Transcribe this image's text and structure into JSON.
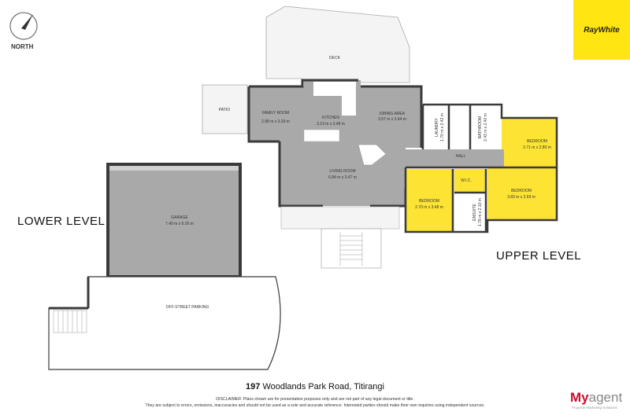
{
  "branding": {
    "company_logo": "RayWhite",
    "agent_logo_brand": "My",
    "agent_logo_rest": "agent",
    "agent_tagline": "Property Marketing Solutions"
  },
  "compass": {
    "label": "NORTH",
    "icon": "compass-arrow-icon"
  },
  "levels": {
    "lower": "LOWER LEVEL",
    "upper": "UPPER LEVEL"
  },
  "rooms": {
    "deck": {
      "name": "DECK"
    },
    "patio": {
      "name": "PATIO"
    },
    "family": {
      "name": "FAMILY ROOM",
      "size": "2.98 m x 3.39 m"
    },
    "kitchen": {
      "name": "KITCHEN",
      "size": "3.13 m x 3.48 m"
    },
    "dining": {
      "name": "DINING AREA",
      "size": "3.57 m x 3.44 m"
    },
    "living": {
      "name": "LIVING ROOM",
      "size": "6.84 m x 3.47 m"
    },
    "garage": {
      "name": "GARAGE",
      "size": "7.49 m x 6.26 m"
    },
    "parking": {
      "name": "OFF-STREET PARKING"
    },
    "laundry": {
      "name": "LAUNDRY",
      "size": "1.70 m x 2.42 m"
    },
    "bathroom": {
      "name": "BATHROOM",
      "size": "2.43 m x 2.40 m"
    },
    "bedroom1": {
      "name": "BEDROOM",
      "size": "2.71 m x 2.80 m"
    },
    "hall": {
      "name": "HALL"
    },
    "bedroom2": {
      "name": "BEDROOM",
      "size": "2.70 m x 3.48 m"
    },
    "wic": {
      "name": "W.I.C."
    },
    "ensuite": {
      "name": "ENSUITE",
      "size": "1.78 m x 2.10 m"
    },
    "bedroom3": {
      "name": "BEDROOM",
      "size": "3.83 m x 2.69 m"
    }
  },
  "colors": {
    "wall": "#3a3a3a",
    "room_gray": "#a9a9a9",
    "bedroom_yellow": "#fde334",
    "wet_white": "#ffffff",
    "outdoor": "#f2f2f2"
  },
  "footer": {
    "number": "197",
    "street": "Woodlands Park Road, Titirangi",
    "disclaimer_1": "DISCLAIMER: Plans shown are for presentation purposes only and are not part of any legal document or title.",
    "disclaimer_2": "They are subject to errors, omissions, inaccuracies and should not be used as a sole and accurate reference. Interested parties should make their own inquiries using independent sources."
  }
}
